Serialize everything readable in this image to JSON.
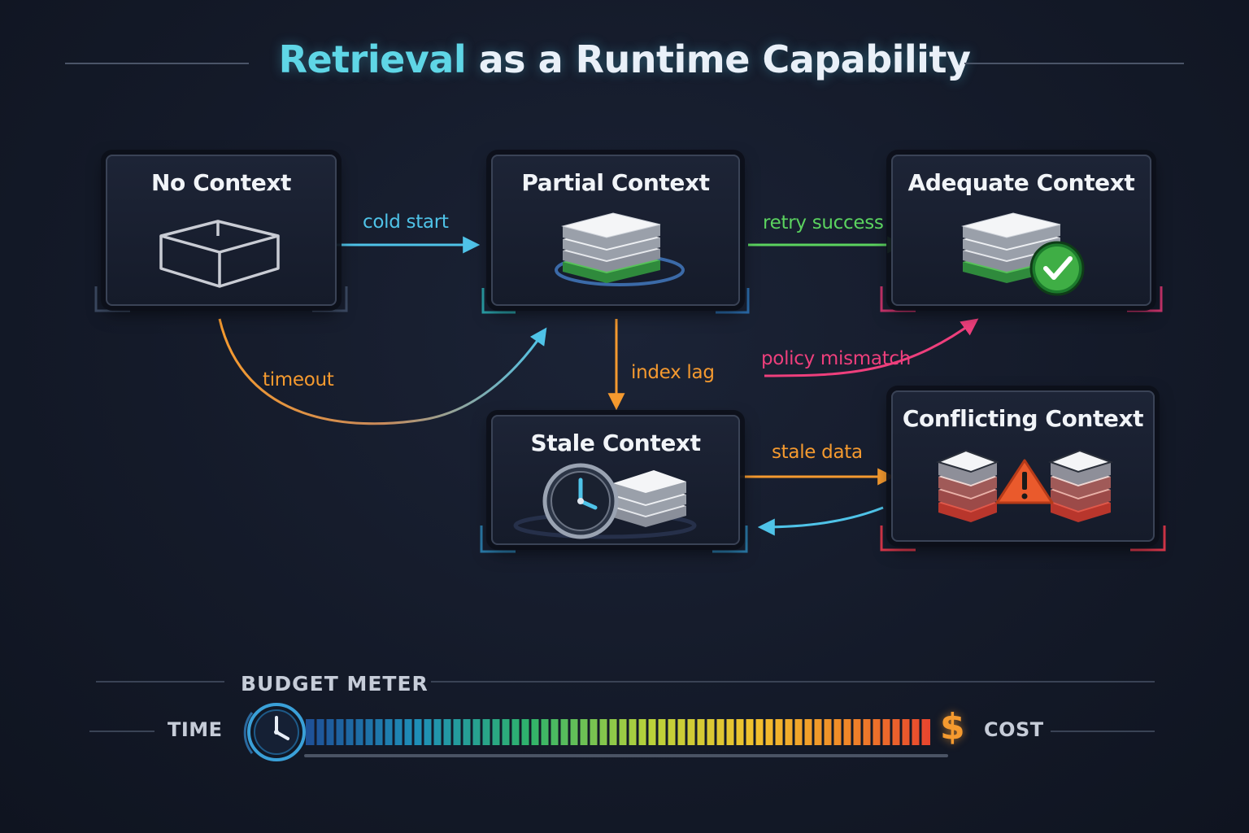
{
  "title": {
    "prefix": "Retrieval",
    "rest": " as a Runtime Capability"
  },
  "nodes": {
    "no_context": "No Context",
    "partial_context": "Partial Context",
    "adequate_context": "Adequate Context",
    "stale_context": "Stale Context",
    "conflicting_context": "Conflicting Context"
  },
  "edges": {
    "cold_start": "cold start",
    "retry_success": "retry success",
    "timeout": "timeout",
    "index_lag": "index lag",
    "policy_mismatch": "policy mismatch",
    "stale_data": "stale data"
  },
  "budget": {
    "title": "BUDGET METER",
    "left_label": "TIME",
    "right_label": "COST",
    "currency_symbol": "$"
  },
  "icons": {
    "no_context": "empty-box-icon",
    "partial_context": "partial-stack-icon",
    "adequate_context": "stack-check-icon",
    "stale_context": "clock-stack-icon",
    "conflicting_context": "warning-stacks-icon",
    "meter_start": "clock-icon",
    "meter_end": "dollar-icon"
  },
  "colors": {
    "cyan": "#4fc3e8",
    "green": "#5bd35f",
    "orange": "#f59a2f",
    "pink": "#ee3f7c",
    "red": "#e0463a"
  }
}
